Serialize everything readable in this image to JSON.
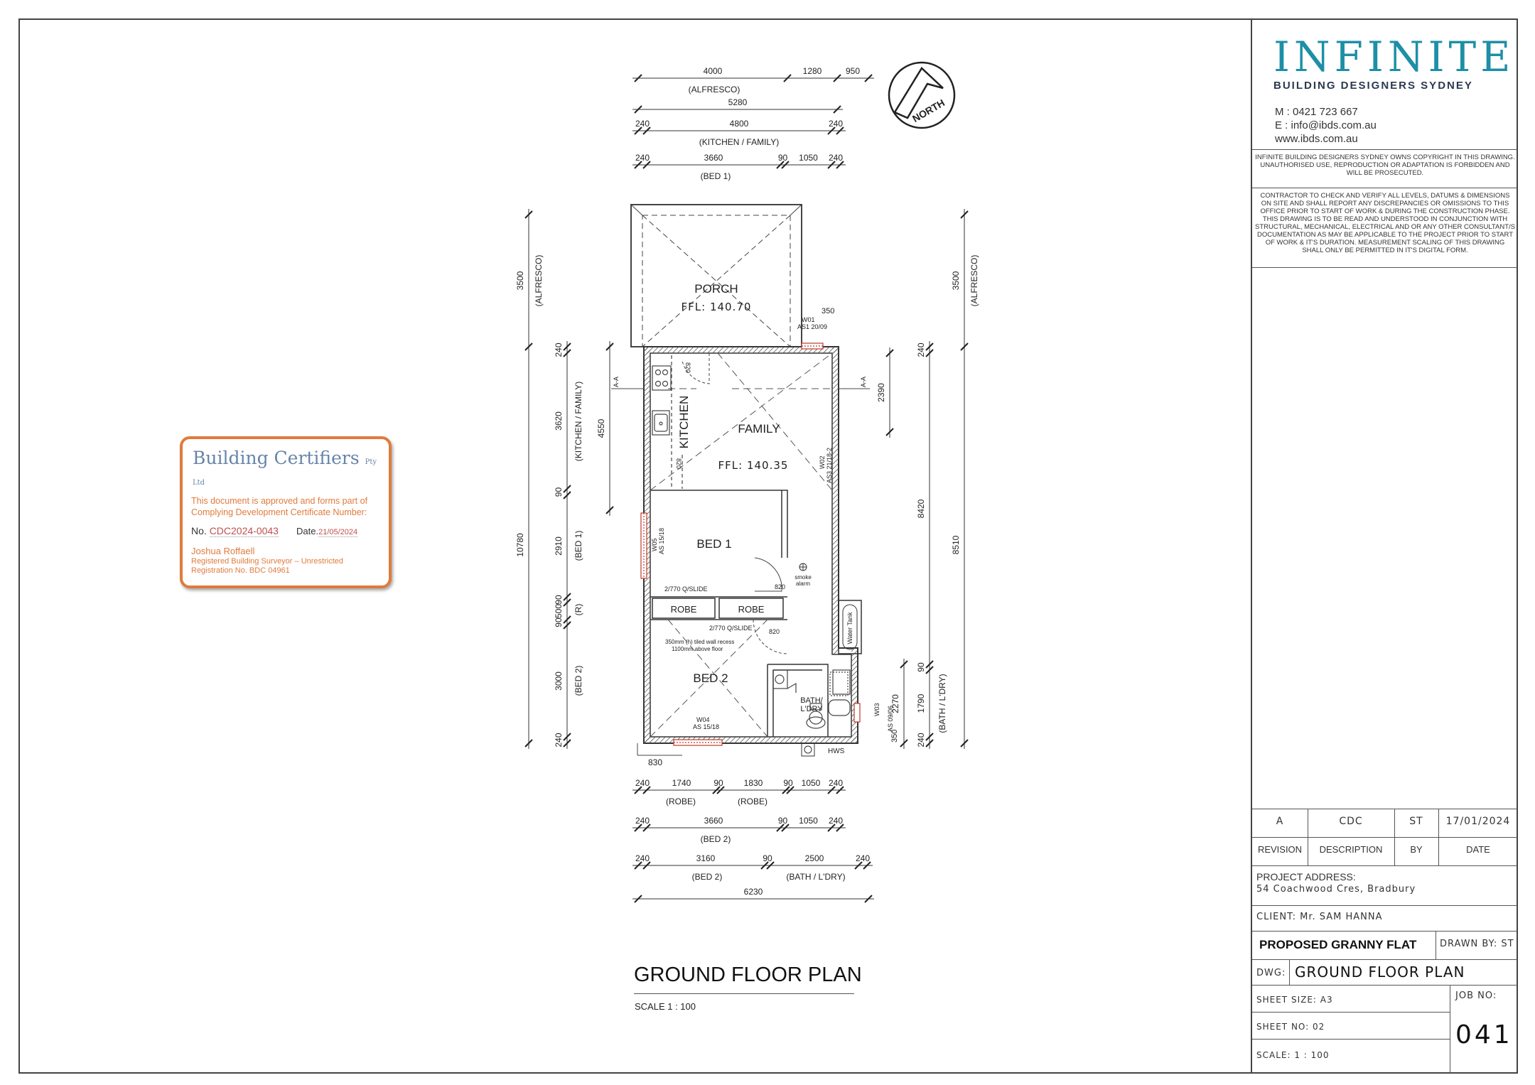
{
  "plan": {
    "title": "GROUND FLOOR PLAN",
    "scale": "SCALE 1 : 100",
    "north": "NORTH",
    "rooms": {
      "porch": "PORCH",
      "porch_ffl": "FFL: 140.70",
      "kitchen": "KITCHEN",
      "family": "FAMILY",
      "family_ffl": "FFL: 140.35",
      "bed1": "BED 1",
      "bed2": "BED 2",
      "robe1": "ROBE",
      "robe2": "ROBE",
      "bath": "BATH/",
      "ldry": "L'DRY"
    },
    "notes": {
      "slide1": "2/770 Q/SLIDE",
      "slide2": "2/770 Q/SLIDE",
      "door820a": "820",
      "door820b": "820",
      "door820c": "820",
      "door820d": "820",
      "smoke": "smoke",
      "alarm": "alarm",
      "recess1": "350mm (h) tiled wall recess",
      "recess2": "1100mm above floor",
      "water_tank": "Water Tank",
      "hws": "HWS",
      "w01": "W01",
      "w01s": "AS1 20/09",
      "w02": "W02",
      "w02s": "AS3 21/18-2",
      "w03": "W03",
      "w03s": "AS 09/06",
      "w04": "W04",
      "w04s": "AS 15/18",
      "w05": "W05",
      "w05s": "AS 15/18",
      "aa_left": "A-A",
      "aa_right": "A-A",
      "p350a": "350",
      "p350b": "350",
      "d830": "830"
    },
    "top_dims": {
      "r1": [
        "4000",
        "1280",
        "950"
      ],
      "r1_label": "(ALFRESCO)",
      "r2": [
        "5280"
      ],
      "r3": [
        "240",
        "4800",
        "240"
      ],
      "r3_label": "(KITCHEN / FAMILY)",
      "r4": [
        "240",
        "3660",
        "90",
        "1050",
        "240"
      ],
      "r4_label": "(BED 1)"
    },
    "bottom_dims": {
      "r1": [
        "240",
        "1740",
        "90",
        "1830",
        "90",
        "1050",
        "240"
      ],
      "r1_labels": [
        "(ROBE)",
        "(ROBE)"
      ],
      "r2": [
        "240",
        "3660",
        "90",
        "1050",
        "240"
      ],
      "r2_label": "(BED 2)",
      "r3": [
        "240",
        "3160",
        "90",
        "2500",
        "240"
      ],
      "r3_labels": [
        "(BED 2)",
        "(BATH / L'DRY)"
      ],
      "r4": [
        "6230"
      ]
    },
    "left_dims": {
      "alfresco": "3500",
      "alfresco_label": "(ALFRESCO)",
      "total": "10780",
      "d240a": "240",
      "kitchen": "3620",
      "kitchen_label": "(KITCHEN / FAMILY)",
      "kf_inner": "4550",
      "d90a": "90",
      "bed1": "2910",
      "bed1_label": "(BED 1)",
      "d90b": "90",
      "r500": "500",
      "r_label": "(R)",
      "d90c": "90",
      "bed2": "3000",
      "bed2_label": "(BED 2)",
      "d240b": "240"
    },
    "right_dims": {
      "alfresco": "3500",
      "alfresco_label": "(ALFRESCO)",
      "d240a": "240",
      "d2390": "2390",
      "d8420": "8420",
      "d8510": "8510",
      "d90": "90",
      "d1790": "1790",
      "bath_label": "(BATH / L'DRY)",
      "d2270": "2270",
      "d240b": "240",
      "d350": "350"
    }
  },
  "stamp": {
    "company": "Building Certifiers",
    "suffix": "Pty Ltd",
    "line1": "This document is approved and forms part of",
    "line2": "Complying Development Certificate Number:",
    "no_label": "No.",
    "no_value": "CDC2024-0043",
    "date_label": "Date.",
    "date_value": "21/05/2024",
    "name": "Joshua Roffaell",
    "role": "Registered Building Surveyor – Unrestricted",
    "reg": "Registration No. BDC 04961"
  },
  "title_block": {
    "logo_word": "INFINITE",
    "logo_sub": "BUILDING DESIGNERS SYDNEY",
    "phone": "M : 0421 723 667",
    "email": "E : info@ibds.com.au",
    "web": "www.ibds.com.au",
    "copyright": "INFINITE BUILDING DESIGNERS SYDNEY OWNS COPYRIGHT IN THIS DRAWING. UNAUTHORISED USE, REPRODUCTION OR ADAPTATION IS FORBIDDEN AND WILL BE PROSECUTED.",
    "contractor_note": "CONTRACTOR TO CHECK AND VERIFY ALL LEVELS, DATUMS & DIMENSIONS ON SITE AND SHALL REPORT ANY DISCREPANCIES OR OMISSIONS TO THIS OFFICE PRIOR TO START OF WORK & DURING THE CONSTRUCTION PHASE. THIS DRAWING IS TO BE READ AND UNDERSTOOD IN CONJUNCTION WITH STRUCTURAL, MECHANICAL, ELECTRICAL AND OR ANY OTHER CONSULTANT/S DOCUMENTATION AS MAY BE APPLICABLE TO THE PROJECT PRIOR TO START OF WORK & IT'S DURATION. MEASUREMENT SCALING OF THIS DRAWING SHALL ONLY BE PERMITTED IN IT'S DIGITAL FORM.",
    "revision": {
      "rev": "A",
      "desc": "CDC",
      "by": "ST",
      "date": "17/01/2024"
    },
    "rev_headers": {
      "rev": "REVISION",
      "desc": "DESCRIPTION",
      "by": "BY",
      "date": "DATE"
    },
    "project_address_label": "PROJECT ADDRESS:",
    "project_address": "54 Coachwood Cres, Bradbury",
    "client": "CLIENT: Mr. SAM HANNA",
    "project": "PROPOSED GRANNY FLAT",
    "drawn_by": "DRAWN BY: ST",
    "dwg_label": "DWG:",
    "dwg": "GROUND FLOOR PLAN",
    "sheet_size": "SHEET SIZE: A3",
    "sheet_no": "SHEET NO: 02",
    "scale": "SCALE: 1 : 100",
    "job_label": "JOB NO:",
    "job_no": "041"
  }
}
